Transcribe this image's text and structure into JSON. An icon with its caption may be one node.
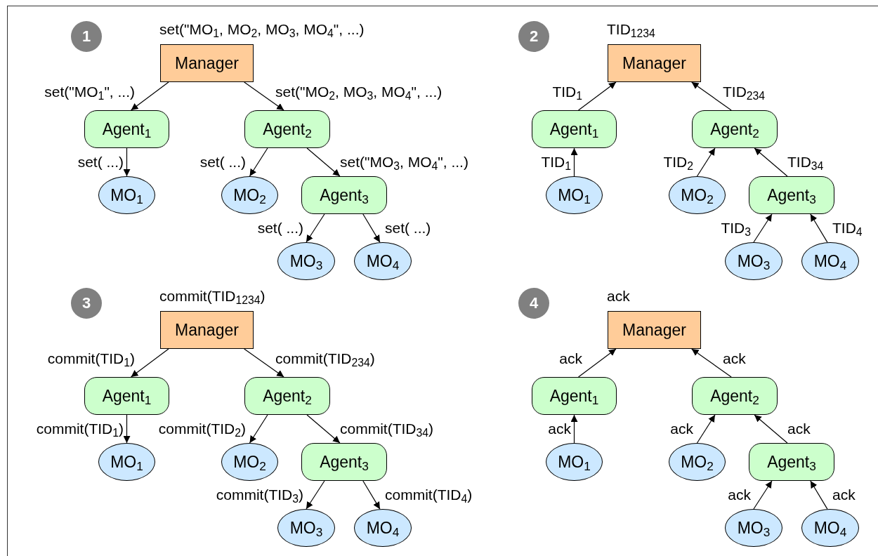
{
  "diagram": {
    "nodes": [
      {
        "text": [
          "1"
        ]
      },
      {
        "text": [
          "Manager"
        ],
        "beside": [
          "set(\"MO$_{1}$, MO$_{2}$, MO$_{3}$, MO$_{4}$\", ...)"
        ]
      },
      {
        "text": [
          "Agent$_{1}$"
        ]
      },
      {
        "text": [
          "Agent$_{2}$"
        ]
      },
      {
        "text": [
          "MO$_{1}$"
        ]
      },
      {
        "text": [
          "MO$_{2}$"
        ]
      },
      {
        "text": [
          "Agent$_{3}$"
        ]
      },
      {
        "text": [
          "MO$_{3}$"
        ]
      },
      {
        "text": [
          "MO$_{4}$"
        ]
      },
      {
        "text": [
          "2"
        ]
      },
      {
        "text": [
          "Manager"
        ],
        "beside": [
          "TID$_{1234}$"
        ]
      },
      {
        "text": [
          "Agent$_{1}$"
        ]
      },
      {
        "text": [
          "Agent$_{2}$"
        ]
      },
      {
        "text": [
          "MO$_{1}$"
        ]
      },
      {
        "text": [
          "MO$_{2}$"
        ]
      },
      {
        "text": [
          "Agent$_{3}$"
        ]
      },
      {
        "text": [
          "MO$_{3}$"
        ]
      },
      {
        "text": [
          "MO$_{4}$"
        ]
      },
      {
        "text": [
          "3"
        ]
      },
      {
        "text": [
          "Manager"
        ],
        "beside": [
          "commit(TID$_{1234}$)"
        ]
      },
      {
        "text": [
          "Agent$_{1}$"
        ]
      },
      {
        "text": [
          "Agent$_{2}$"
        ]
      },
      {
        "text": [
          "MO$_{1}$"
        ]
      },
      {
        "text": [
          "MO$_{2}$"
        ]
      },
      {
        "text": [
          "Agent$_{3}$"
        ]
      },
      {
        "text": [
          "MO$_{3}$"
        ]
      },
      {
        "text": [
          "MO$_{4}$"
        ]
      },
      {
        "text": [
          "4"
        ]
      },
      {
        "text": [
          "Manager"
        ],
        "beside": [
          "ack"
        ]
      },
      {
        "text": [
          "Agent$_{1}$"
        ]
      },
      {
        "text": [
          "Agent$_{2}$"
        ]
      },
      {
        "text": [
          "MO$_{1}$"
        ]
      },
      {
        "text": [
          "MO$_{2}$"
        ]
      },
      {
        "text": [
          "Agent$_{3}$"
        ]
      },
      {
        "text": [
          "MO$_{3}$"
        ]
      },
      {
        "text": [
          "MO$_{4}$"
        ]
      }
    ],
    "edges": [
      {
        "from": 1,
        "to": 2,
        "arrow": "to",
        "label": "set(\"MO$_{1}$\", ...)"
      },
      {
        "from": 1,
        "to": 3,
        "arrow": "to",
        "label": "set(\"MO$_{2}$, MO$_{3}$, MO$_{4}$\", ...)"
      },
      {
        "from": 2,
        "to": 4,
        "arrow": "to",
        "label": "set( ...)"
      },
      {
        "from": 3,
        "to": 5,
        "arrow": "to",
        "label": "set( ...)"
      },
      {
        "from": 3,
        "to": 6,
        "arrow": "to",
        "label": "set(\"MO$_{3}$, MO$_{4}$\", ...)"
      },
      {
        "from": 6,
        "to": 7,
        "arrow": "to",
        "label": "set( ...)"
      },
      {
        "from": 6,
        "to": 8,
        "arrow": "to",
        "label": "set( ...)"
      },
      {
        "from": 11,
        "to": 10,
        "arrow": "to",
        "label": "TID$_{1}$"
      },
      {
        "from": 12,
        "to": 10,
        "arrow": "to",
        "label": "TID$_{234}$"
      },
      {
        "from": 13,
        "to": 11,
        "arrow": "to",
        "label": "TID$_{1}$"
      },
      {
        "from": 14,
        "to": 12,
        "arrow": "to",
        "label": "TID$_{2}$"
      },
      {
        "from": 15,
        "to": 12,
        "arrow": "to",
        "label": "TID$_{34}$"
      },
      {
        "from": 16,
        "to": 15,
        "arrow": "to",
        "label": "TID$_{3}$"
      },
      {
        "from": 17,
        "to": 15,
        "arrow": "to",
        "label": "TID$_{4}$"
      },
      {
        "from": 19,
        "to": 20,
        "arrow": "to",
        "label": "commit(TID$_{1}$)"
      },
      {
        "from": 19,
        "to": 21,
        "arrow": "to",
        "label": "commit(TID$_{234}$)"
      },
      {
        "from": 20,
        "to": 22,
        "arrow": "to",
        "label": "commit(TID$_{1}$)"
      },
      {
        "from": 21,
        "to": 23,
        "arrow": "to",
        "label": "commit(TID$_{2}$)"
      },
      {
        "from": 21,
        "to": 24,
        "arrow": "to",
        "label": "commit(TID$_{34}$)"
      },
      {
        "from": 24,
        "to": 25,
        "arrow": "to",
        "label": "commit(TID$_{3}$)"
      },
      {
        "from": 24,
        "to": 26,
        "arrow": "to",
        "label": "commit(TID$_{4}$)"
      },
      {
        "from": 29,
        "to": 28,
        "arrow": "to",
        "label": "ack"
      },
      {
        "from": 30,
        "to": 28,
        "arrow": "to",
        "label": "ack"
      },
      {
        "from": 31,
        "to": 29,
        "arrow": "to",
        "label": "ack"
      },
      {
        "from": 32,
        "to": 30,
        "arrow": "to",
        "label": "ack"
      },
      {
        "from": 33,
        "to": 30,
        "arrow": "to",
        "label": "ack"
      },
      {
        "from": 34,
        "to": 33,
        "arrow": "to",
        "label": "ack"
      },
      {
        "from": 35,
        "to": 33,
        "arrow": "to",
        "label": "ack"
      }
    ]
  }
}
